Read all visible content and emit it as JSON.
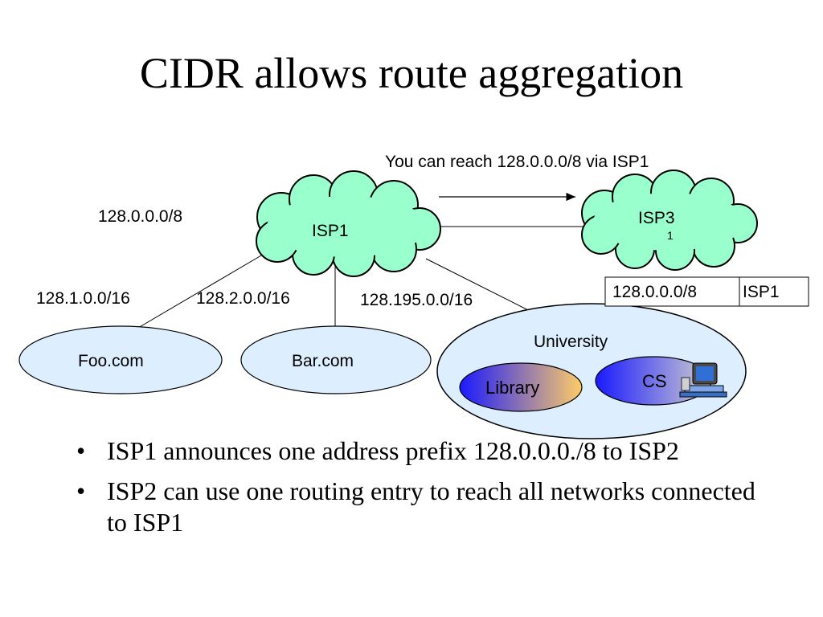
{
  "slide": {
    "title": "CIDR allows route aggregation"
  },
  "diagram": {
    "announcement": "You can reach 128.0.0.0/8 via ISP1",
    "isp1_prefix": "128.0.0.0/8",
    "isp1_label": "ISP1",
    "isp3_label": "ISP3",
    "isp3_sublabel": "1",
    "routing_table": {
      "prefix": "128.0.0.0/8",
      "next_hop": "ISP1"
    },
    "links": {
      "foo_prefix": "128.1.0.0/16",
      "bar_prefix": "128.2.0.0/16",
      "university_prefix": "128.195.0.0/16"
    },
    "nodes": {
      "foo": "Foo.com",
      "bar": "Bar.com",
      "university": "University",
      "library": "Library",
      "cs": "CS"
    },
    "colors": {
      "cloud_fill": "#99ffcc",
      "ellipse_fill": "#ddeeff",
      "library_gradient": [
        "#1a1aff",
        "#ffcc66"
      ],
      "cs_gradient": [
        "#1a1aff",
        "#cfcfcf"
      ]
    }
  },
  "bullets": [
    "ISP1 announces one address prefix 128.0.0.0./8 to ISP2",
    "ISP2 can use one routing entry to reach all networks connected to ISP1"
  ]
}
